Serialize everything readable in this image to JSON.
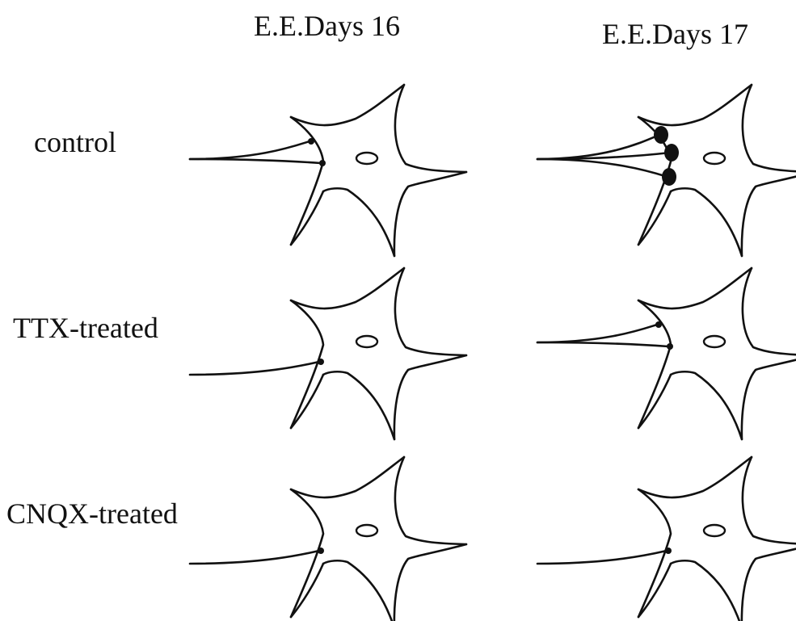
{
  "columns": [
    "E.E.Days 16",
    "E.E.Days 17"
  ],
  "rows": [
    "control",
    "TTX-treated",
    "CNQX-treated"
  ],
  "panels": [
    {
      "row": "control",
      "column": "E.E.Days 16",
      "contacts": 2,
      "contact_size": "small"
    },
    {
      "row": "control",
      "column": "E.E.Days 17",
      "contacts": 3,
      "contact_size": "large"
    },
    {
      "row": "TTX-treated",
      "column": "E.E.Days 16",
      "contacts": 1,
      "contact_size": "small"
    },
    {
      "row": "TTX-treated",
      "column": "E.E.Days 17",
      "contacts": 2,
      "contact_size": "small"
    },
    {
      "row": "CNQX-treated",
      "column": "E.E.Days 16",
      "contacts": 1,
      "contact_size": "small"
    },
    {
      "row": "CNQX-treated",
      "column": "E.E.Days 17",
      "contacts": 1,
      "contact_size": "small"
    }
  ],
  "colors": {
    "line": "#111111",
    "background": "#ffffff"
  }
}
